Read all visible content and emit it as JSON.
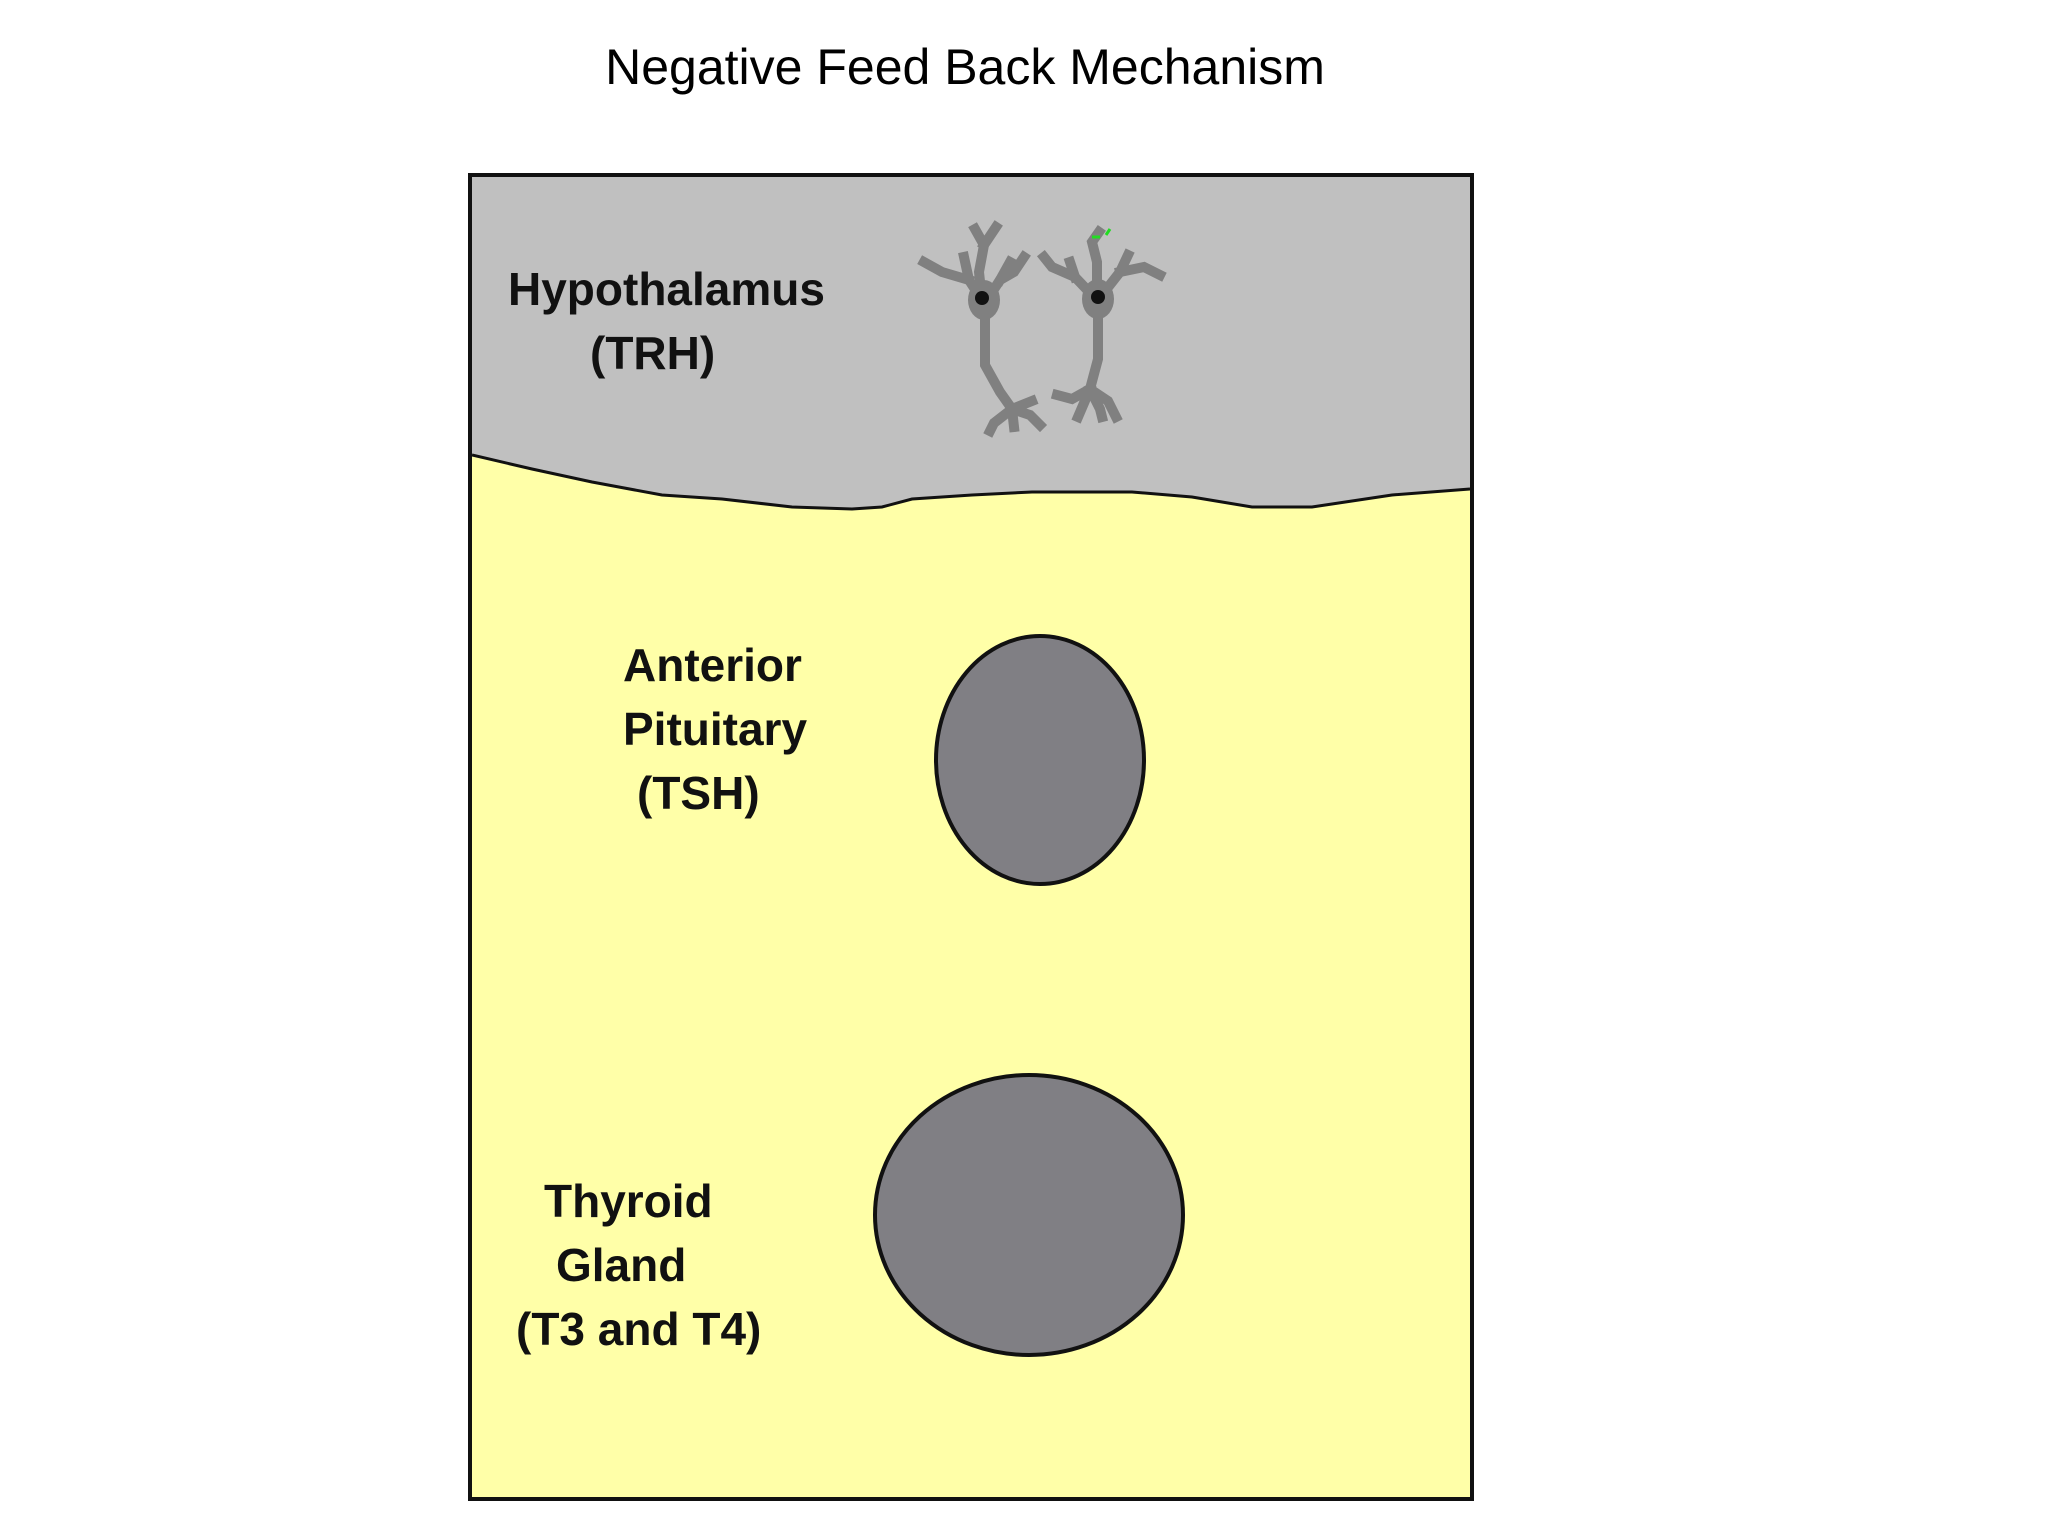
{
  "title": "Negative Feed Back Mechanism",
  "colors": {
    "hypothalamus_region": "#c0c0c0",
    "body_region": "#ffffa8",
    "gland": "#807f84",
    "neuron": "#808080",
    "outline": "#111111"
  },
  "hypothalamus": {
    "name": "Hypothalamus",
    "hormone": "(TRH)"
  },
  "anterior_pituitary": {
    "line1": "Anterior",
    "line2": "Pituitary",
    "hormone": "(TSH)"
  },
  "thyroid": {
    "line1": "Thyroid",
    "line2": "Gland",
    "hormone": "(T3 and T4)"
  }
}
